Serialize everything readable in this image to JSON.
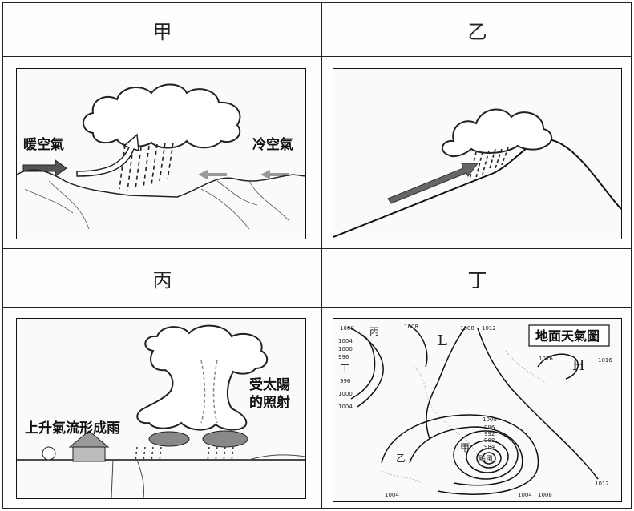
{
  "headers": {
    "jia": "甲",
    "yi": "乙",
    "bing": "丙",
    "ding": "丁"
  },
  "panel_jia": {
    "warm_air": "暖空氣",
    "cold_air": "冷空氣"
  },
  "panel_bing": {
    "sun_heating": [
      "受太陽",
      "的照射"
    ],
    "rising_air": "上升氣流形成雨"
  },
  "panel_ding": {
    "title": "地面天氣圖",
    "low_label": "L",
    "high_label": "H",
    "location_labels": {
      "bing": "丙",
      "ding": "丁",
      "yi": "乙",
      "jia": "甲",
      "tc": "颱風"
    },
    "isobars": {
      "tl_1008": "1008",
      "tl_1004": "1004",
      "tl_1000": "1000",
      "tl_996": "996",
      "ding_996": "996",
      "l_1008": "1008",
      "top_1008": "1008",
      "top_1012": "1012",
      "h_1016a": "1016",
      "h_1016b": "1016",
      "left_1000": "1000",
      "left_1004": "1004",
      "c_1000": "1000",
      "c_996": "996",
      "c_992": "992",
      "c_988": "988",
      "c_984": "984",
      "b_1004": "1004",
      "b_1004b": "1004",
      "b_1008": "1008",
      "r_1012": "1012"
    }
  }
}
